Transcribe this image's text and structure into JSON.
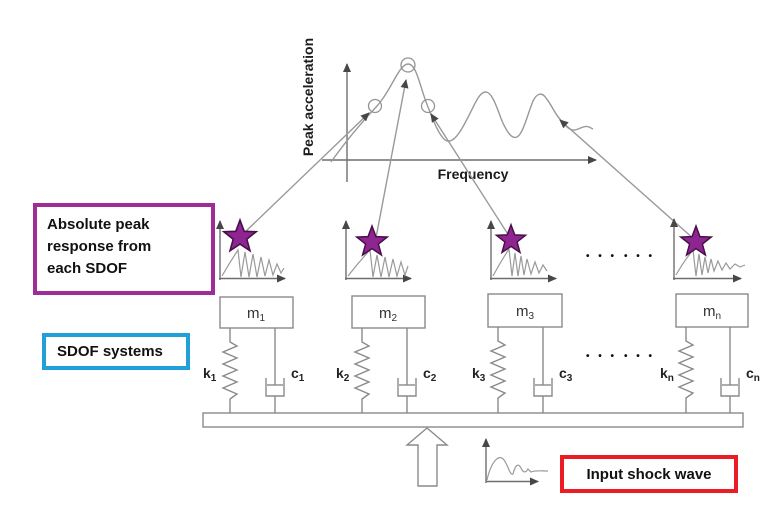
{
  "colors": {
    "purple-box": "#9e2d96",
    "blue-box": "#219fd9",
    "red-box": "#ec1c24",
    "star-fill": "#8e2590",
    "star-stroke": "#471049",
    "line-gray": "#999999",
    "text-dark": "#1c1c1c"
  },
  "chart": {
    "y_axis_label": "Peak acceleration",
    "x_axis_label": "Frequency"
  },
  "callouts": {
    "peak_response": {
      "line1": "Absolute peak",
      "line2": "response from",
      "line3": "each SDOF"
    },
    "sdof_systems": {
      "label": "SDOF systems"
    },
    "input_shock": {
      "label": "Input shock wave"
    }
  },
  "sdof_units": [
    {
      "mass": "m",
      "mass_sub": "1",
      "spring": "k",
      "spring_sub": "1",
      "damper": "c",
      "damper_sub": "1"
    },
    {
      "mass": "m",
      "mass_sub": "2",
      "spring": "k",
      "spring_sub": "2",
      "damper": "c",
      "damper_sub": "2"
    },
    {
      "mass": "m",
      "mass_sub": "3",
      "spring": "k",
      "spring_sub": "3",
      "damper": "c",
      "damper_sub": "3"
    },
    {
      "mass": "m",
      "mass_sub": "n",
      "spring": "k",
      "spring_sub": "n",
      "damper": "c",
      "damper_sub": "n"
    }
  ],
  "dots": "• • •"
}
